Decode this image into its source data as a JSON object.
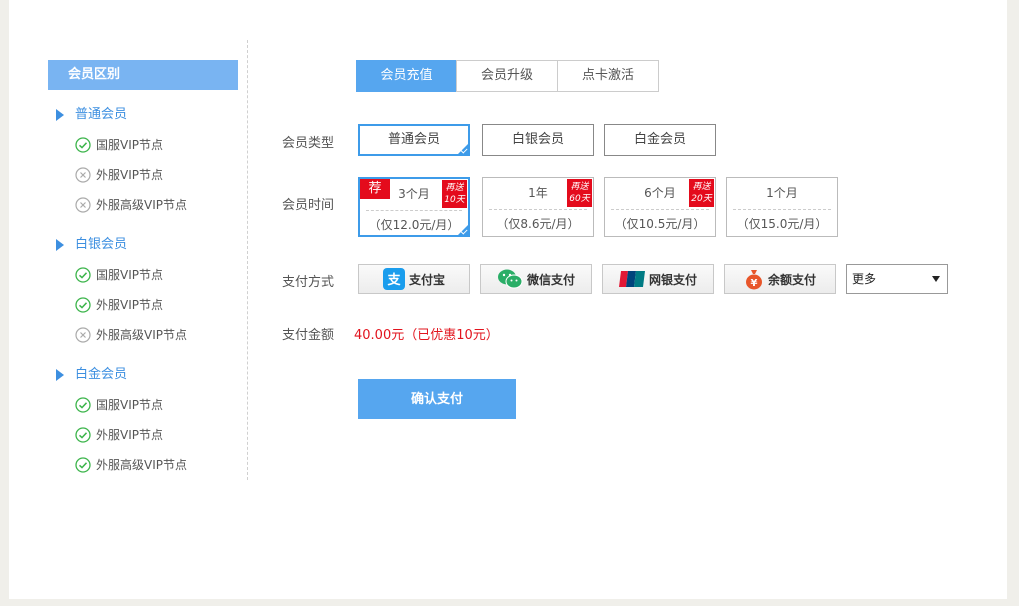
{
  "sidebar": {
    "title": "会员区别",
    "groups": [
      {
        "name": "普通会员",
        "features": [
          {
            "label": "国服VIP节点",
            "status": "check"
          },
          {
            "label": "外服VIP节点",
            "status": "cross"
          },
          {
            "label": "外服高级VIP节点",
            "status": "cross"
          }
        ]
      },
      {
        "name": "白银会员",
        "features": [
          {
            "label": "国服VIP节点",
            "status": "check"
          },
          {
            "label": "外服VIP节点",
            "status": "check"
          },
          {
            "label": "外服高级VIP节点",
            "status": "cross"
          }
        ]
      },
      {
        "name": "白金会员",
        "features": [
          {
            "label": "国服VIP节点",
            "status": "check"
          },
          {
            "label": "外服VIP节点",
            "status": "check"
          },
          {
            "label": "外服高级VIP节点",
            "status": "check"
          }
        ]
      }
    ]
  },
  "tabs": [
    {
      "label": "会员充值",
      "active": true
    },
    {
      "label": "会员升级",
      "active": false
    },
    {
      "label": "点卡激活",
      "active": false
    }
  ],
  "form": {
    "type_label": "会员类型",
    "time_label": "会员时间",
    "pay_label": "支付方式",
    "amount_label": "支付金额"
  },
  "types": [
    {
      "label": "普通会员",
      "selected": true
    },
    {
      "label": "白银会员",
      "selected": false
    },
    {
      "label": "白金会员",
      "selected": false
    }
  ],
  "durations": [
    {
      "name": "3个月",
      "price": "（仅12.0元/月）",
      "promo": "再送10天",
      "promo_l1": "再送",
      "promo_l2": "10天",
      "recommend": "荐",
      "selected": true
    },
    {
      "name": "1年",
      "price": "（仅8.6元/月）",
      "promo_l1": "再送",
      "promo_l2": "60天",
      "selected": false
    },
    {
      "name": "6个月",
      "price": "（仅10.5元/月）",
      "promo_l1": "再送",
      "promo_l2": "20天",
      "selected": false
    },
    {
      "name": "1个月",
      "price": "（仅15.0元/月）",
      "selected": false
    }
  ],
  "payments": [
    {
      "label": "支付宝",
      "icon": "alipay-icon"
    },
    {
      "label": "微信支付",
      "icon": "wechat-icon"
    },
    {
      "label": "网银支付",
      "icon": "unionpay-icon"
    },
    {
      "label": "余额支付",
      "icon": "balance-bag-icon"
    }
  ],
  "more_select": {
    "value": "更多"
  },
  "amount": "40.00元（已优惠10元）",
  "confirm_label": "确认支付",
  "colors": {
    "accent": "#56a6ef",
    "promo": "#e40b1c",
    "price_red": "#e2141e",
    "check_green": "#3bb44a"
  }
}
